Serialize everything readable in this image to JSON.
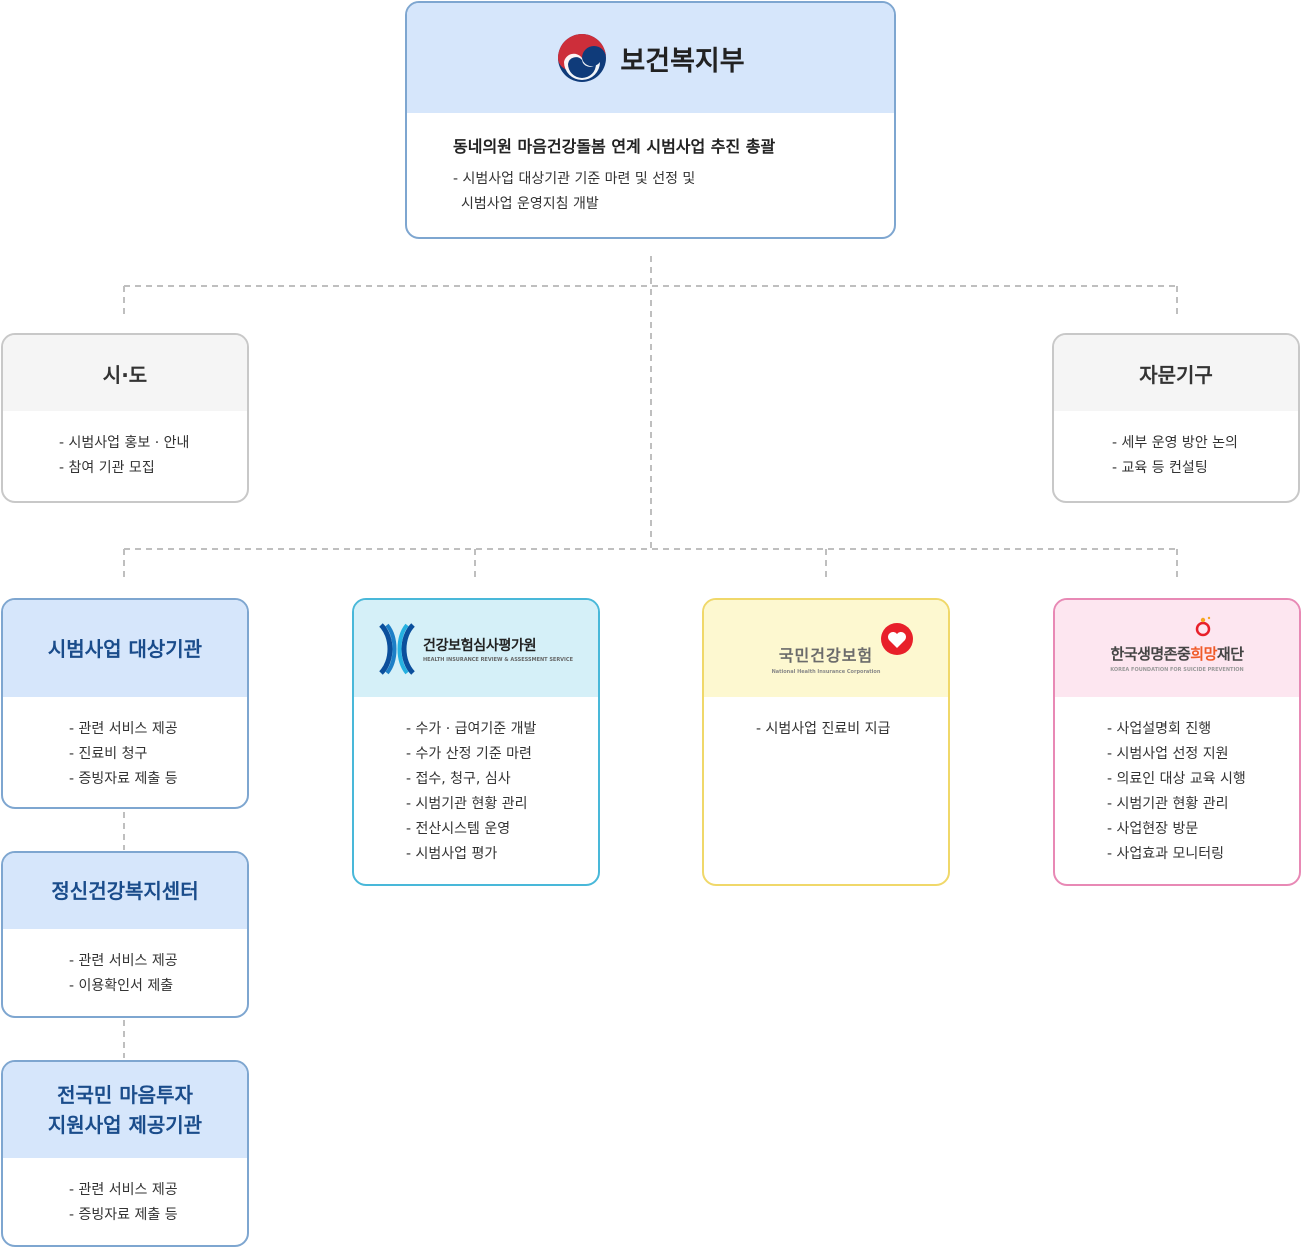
{
  "mohw": {
    "title": "보건복지부",
    "summary": "동네의원 마음건강돌봄 연계 시범사업 추진 총괄",
    "duties": [
      "시범사업 대상기관 기준 마련 및 선정 및",
      "시범사업 운영지침 개발"
    ],
    "logo_icon": "taegeuk-logo-icon",
    "colors": {
      "red": "#cd2e3a",
      "blue": "#0f3b7a",
      "header_bg": "#d6e6fb"
    }
  },
  "sido": {
    "title": "시·도",
    "duties": [
      "시범사업 홍보 · 안내",
      "참여 기관 모집"
    ]
  },
  "advisory": {
    "title": "자문기구",
    "duties": [
      "세부 운영 방안 논의",
      "교육 등 컨설팅"
    ]
  },
  "pilot": {
    "title": "시범사업 대상기관",
    "duties": [
      "관련 서비스 제공",
      "진료비 청구",
      "증빙자료 제출 등"
    ]
  },
  "mental": {
    "title": "정신건강복지센터",
    "duties": [
      "관련 서비스 제공",
      "이용확인서 제출"
    ]
  },
  "national": {
    "title_line1": "전국민 마음투자",
    "title_line2": "지원사업 제공기관",
    "duties": [
      "관련 서비스 제공",
      "증빙자료 제출 등"
    ]
  },
  "hira": {
    "name": "건강보험심사평가원",
    "name_en": "HEALTH INSURANCE REVIEW & ASSESSMENT SERVICE",
    "logo_icon": "hira-x-logo-icon",
    "duties": [
      "수가 · 급여기준 개발",
      "수가 산정 기준 마련",
      "접수, 청구, 심사",
      "시범기관 현황 관리",
      "전산시스템 운영",
      "시범사업 평가"
    ]
  },
  "nhis": {
    "name": "국민건강보험",
    "name_en": "National Health Insurance Corporation",
    "logo_icon": "heart-logo-icon",
    "duties": [
      "시범사업 진료비 지급"
    ]
  },
  "kfsp": {
    "name_part1": "한국생명존중",
    "name_part2": "희망",
    "name_part3": "재단",
    "name_en": "KOREA FOUNDATION FOR SUICIDE PREVENTION",
    "logo_icon": "flame-logo-icon",
    "duties": [
      "사업설명회 진행",
      "시범사업 선정 지원",
      "의료인 대상 교육 시행",
      "시범기관 현황 관리",
      "사업현장 방문",
      "사업효과 모니터링"
    ]
  }
}
